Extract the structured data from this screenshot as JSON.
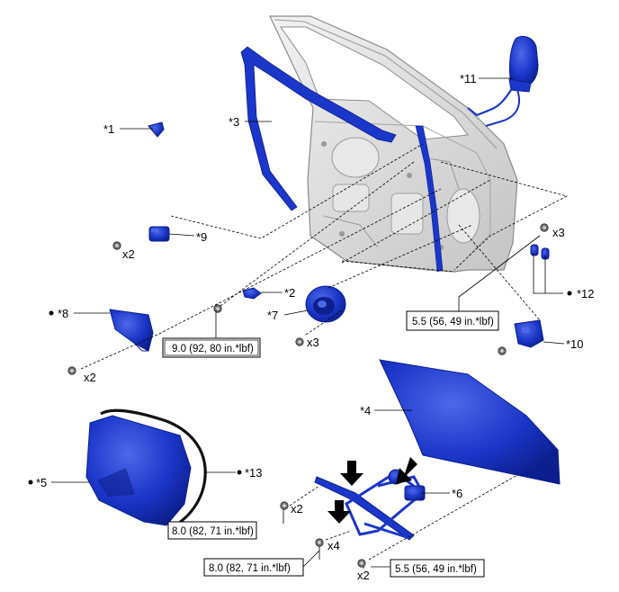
{
  "labels": {
    "p1": "*1",
    "p2": "*2",
    "p3": "*3",
    "p4": "*4",
    "p5": "*5",
    "p6": "*6",
    "p7": "*7",
    "p8": "*8",
    "p9": "*9",
    "p10": "*10",
    "p11": "*11",
    "p12": "*12",
    "p13": "*13"
  },
  "quantities": {
    "q_p9_bolt": "x2",
    "q_p8_bolt": "x2",
    "q_p7_bolt": "x3",
    "q_p10_bolt": "x3",
    "q_p6_upper_bolt": "x2",
    "q_p6_lower_bolt": "x4",
    "q_p4_bolt": "x2"
  },
  "torque_specs": {
    "t_p2": "9.0 (92, 80 in.*lbf)",
    "t_p10": "5.5 (56, 49 in.*lbf)",
    "t_p6_upper": "8.0 (82, 71 in.*lbf)",
    "t_p6_lower": "8.0 (82, 71 in.*lbf)",
    "t_p4": "5.5 (56, 49 in.*lbf)"
  },
  "colors": {
    "part_blue": "#1b36c9",
    "part_blue_dark": "#0d1f8f",
    "part_blue_light": "#4d68e8",
    "door_gray": "#d8d8d8",
    "door_line": "#8a8a8a",
    "line": "#000000"
  }
}
